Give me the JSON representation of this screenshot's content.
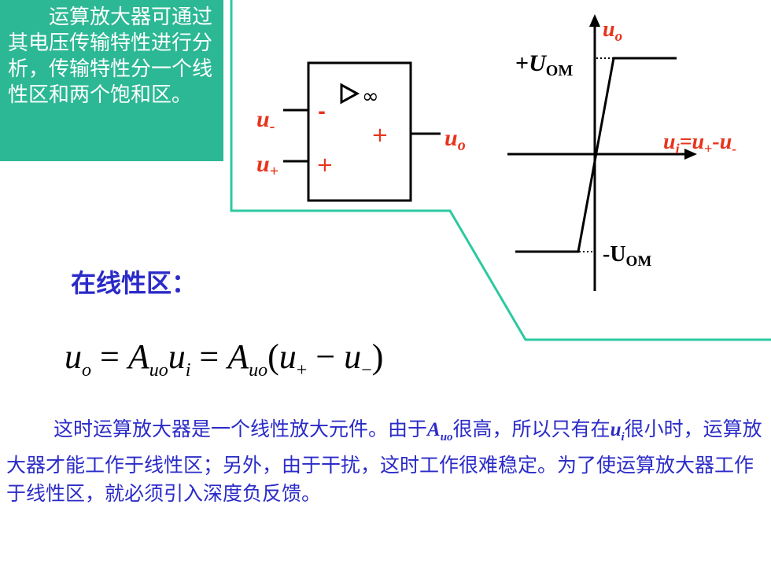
{
  "note": {
    "text": "运算放大器可通过其电压传输特性进行分析，传输特性分一个线性区和两个饱和区。"
  },
  "opamp": {
    "infinity": "∞",
    "minus_sign": "-",
    "plus_sign": "+",
    "out_plus": "+",
    "in_minus_label": "u",
    "in_minus_sub": "-",
    "in_plus_label": "u",
    "in_plus_sub": "+",
    "out_label": "u",
    "out_sub": "o"
  },
  "transfer": {
    "y_label": "u",
    "y_sub": "o",
    "x_label_a": "u",
    "x_label_a_sub": "i",
    "x_label_b": "=u",
    "x_label_b_sub": "+",
    "x_label_c": "-u",
    "x_label_c_sub": "-",
    "pos_sat_prefix": "+",
    "pos_sat_u": "U",
    "pos_sat_sub": "OM",
    "neg_sat_u": "-U",
    "neg_sat_sub": "OM"
  },
  "linear_title": "在线性区：",
  "formula": {
    "lhs": "u",
    "lhs_sub": "o",
    "eq1": " = ",
    "a1": "A",
    "a1_sub": "uo",
    "ui": "u",
    "ui_sub": "i",
    "eq2": " = ",
    "a2": "A",
    "a2_sub": "uo",
    "paren_open": "(",
    "up": "u",
    "up_sub": "+",
    "minus": " − ",
    "um": "u",
    "um_sub": "−",
    "paren_close": ")"
  },
  "description": {
    "part1": "这时运算放大器是一个线性放大元件。由于",
    "sym1": "A",
    "sym1_sub": "uo",
    "part2": "很高，所以只有在",
    "sym2": "u",
    "sym2_sub": "i",
    "part3": "很小时，运算放大器才能工作于线性区；另外，由于干扰，这时工作很难稳定。为了使运算放大器工作于线性区，就必须引入深度负反馈。"
  },
  "colors": {
    "note_bg": "#2cb894",
    "accent_red": "#e8341c",
    "text_blue": "#2b2bc8",
    "callout_line": "#2cc9a0"
  }
}
